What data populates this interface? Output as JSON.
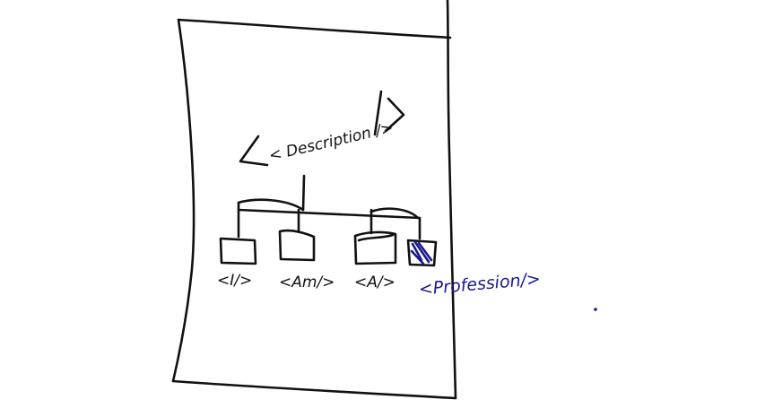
{
  "diagram": {
    "root_label": "< Description />",
    "children": [
      {
        "label": "<I/>"
      },
      {
        "label": "<Am/>"
      },
      {
        "label": "<A/>"
      },
      {
        "label": "<Profession/>",
        "highlighted": true
      }
    ]
  },
  "colors": {
    "ink": "#111111",
    "highlight_ink": "#1a1a8c",
    "background": "#ffffff"
  }
}
